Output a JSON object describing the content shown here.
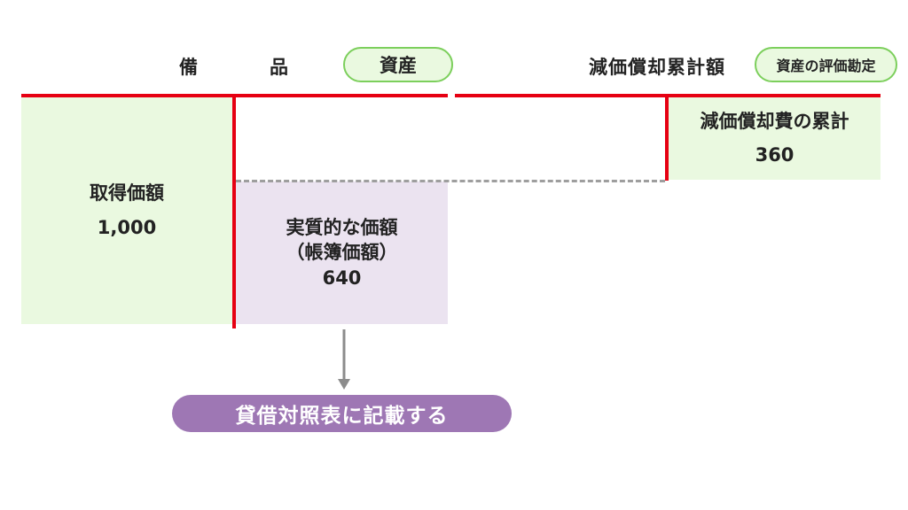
{
  "left_account": {
    "char1": "備",
    "char2": "品",
    "tag": "資産"
  },
  "right_account": {
    "title": "減価償却累計額",
    "tag": "資産の評価勘定"
  },
  "acquisition": {
    "label": "取得価額",
    "value": "1,000"
  },
  "accumulated": {
    "label": "減価償却費の累計",
    "value": "360"
  },
  "book_value": {
    "label": "実質的な価額",
    "sub": "（帳簿価額）",
    "value": "640"
  },
  "result": {
    "label": "貸借対照表に記載する"
  },
  "colors": {
    "red": "#e60012",
    "green_fill": "#eaf9e0",
    "purple_fill": "#ebe3f0",
    "pill_purple": "#9e77b4"
  }
}
